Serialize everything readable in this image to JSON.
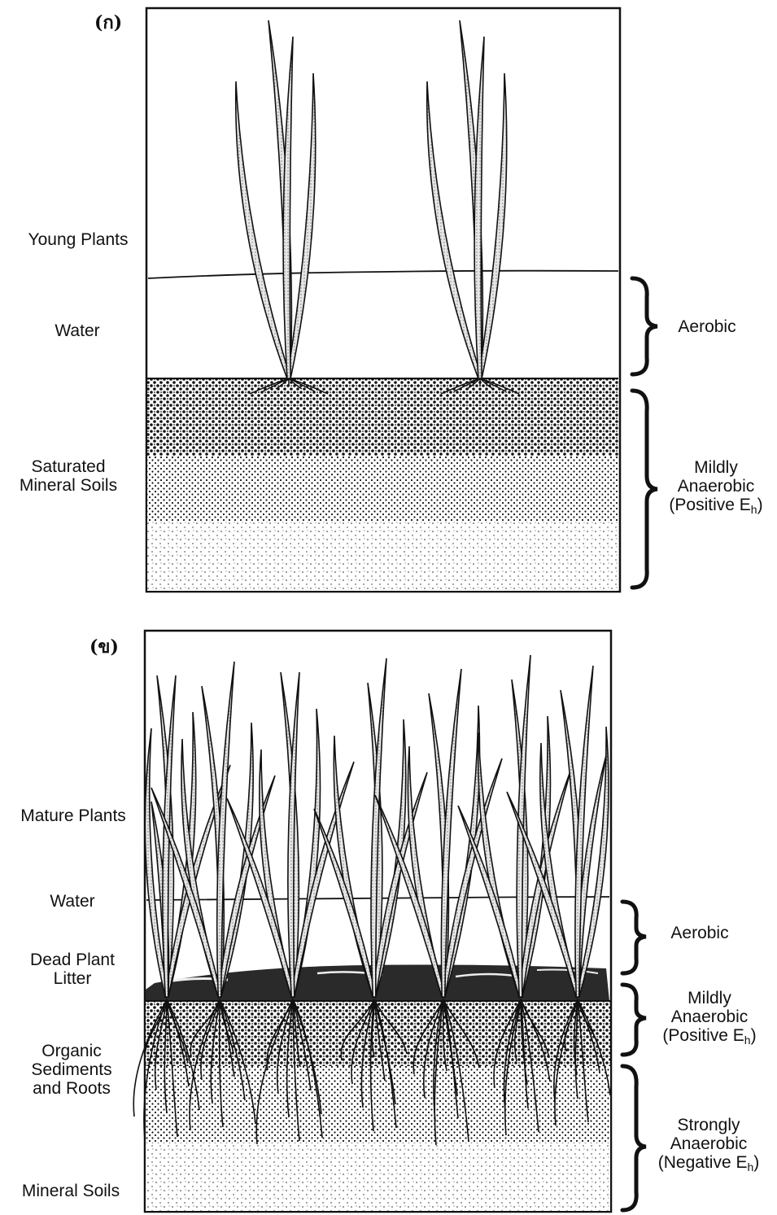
{
  "panel_a": {
    "id": "(ก)",
    "left_labels": {
      "plants": "Young Plants",
      "water": "Water",
      "soil_line1": "Saturated",
      "soil_line2": "Mineral Soils"
    },
    "right_labels": {
      "aerobic": "Aerobic",
      "mild_line1": "Mildly",
      "mild_line2": "Anaerobic",
      "mild_line3": "(Positive E",
      "mild_sub": "h",
      "mild_close": ")"
    }
  },
  "panel_b": {
    "id": "(ข)",
    "left_labels": {
      "plants": "Mature Plants",
      "water": "Water",
      "litter_line1": "Dead Plant",
      "litter_line2": "Litter",
      "organic_line1": "Organic",
      "organic_line2": "Sediments",
      "organic_line3": "and Roots",
      "mineral": "Mineral Soils"
    },
    "right_labels": {
      "aerobic": "Aerobic",
      "mild_line1": "Mildly",
      "mild_line2": "Anaerobic",
      "mild_line3": "(Positive E",
      "mild_sub": "h",
      "mild_close": ")",
      "strong_line1": "Strongly",
      "strong_line2": "Anaerobic",
      "strong_line3": "(Negative E",
      "strong_sub": "h",
      "strong_close": ")"
    }
  },
  "colors": {
    "ink": "#111111",
    "leaf_fill": "#d9d9d9",
    "litter": "#2a2a2a"
  }
}
